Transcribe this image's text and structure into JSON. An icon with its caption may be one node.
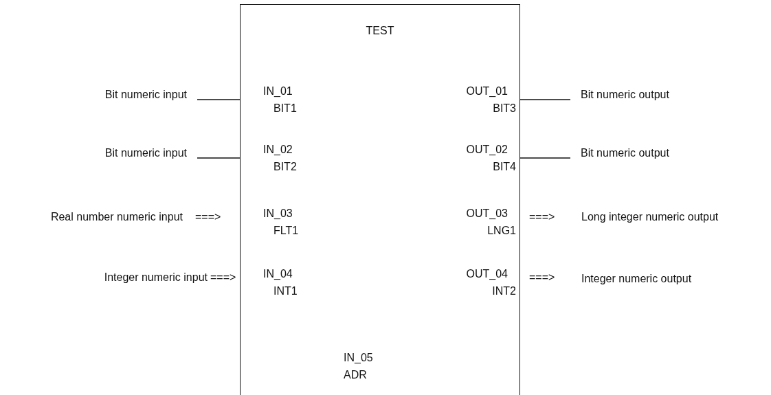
{
  "diagram": {
    "nodes": [
      {
        "text": [
          "TEST"
        ]
      },
      {
        "text": [
          "Bit numeric input"
        ]
      },
      {
        "text": [
          "IN_01",
          "BIT1"
        ],
        "in": 0
      },
      {
        "text": [
          "OUT_01",
          "BIT3"
        ],
        "in": 0
      },
      {
        "text": [
          "Bit numeric output"
        ]
      },
      {
        "text": [
          "Bit numeric input"
        ]
      },
      {
        "text": [
          "IN_02",
          "BIT2"
        ],
        "in": 0
      },
      {
        "text": [
          "OUT_02",
          "BIT4"
        ],
        "in": 0
      },
      {
        "text": [
          "Bit numeric output"
        ]
      },
      {
        "text": [
          "Real number numeric input"
        ]
      },
      {
        "text": [
          "IN_03",
          "FLT1"
        ],
        "in": 0
      },
      {
        "text": [
          "OUT_03",
          "LNG1"
        ],
        "in": 0
      },
      {
        "text": [
          "Long integer numeric output"
        ]
      },
      {
        "text": [
          "Integer numeric input"
        ]
      },
      {
        "text": [
          "IN_04",
          "INT1"
        ],
        "in": 0
      },
      {
        "text": [
          "OUT_04",
          "INT2"
        ],
        "in": 0
      },
      {
        "text": [
          "Integer numeric output"
        ]
      },
      {
        "text": [
          "IN_05",
          "ADR"
        ],
        "in": 0
      }
    ],
    "edges": [
      {
        "from": 1,
        "to": 2,
        "arrow": "none"
      },
      {
        "from": 3,
        "to": 4,
        "arrow": "none"
      },
      {
        "from": 5,
        "to": 6,
        "arrow": "none"
      },
      {
        "from": 7,
        "to": 8,
        "arrow": "none"
      }
    ],
    "labels": [
      "===>",
      "===>",
      "===>",
      "===>"
    ]
  }
}
